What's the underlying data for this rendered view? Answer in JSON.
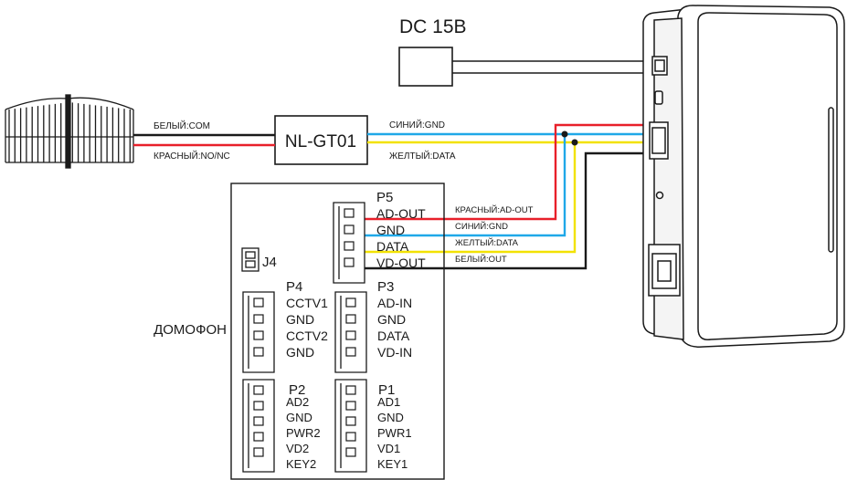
{
  "power": {
    "label": "DC 15В"
  },
  "module": {
    "label": "NL-GT01"
  },
  "intercom_label": "ДОМОФОН",
  "gate_wires": [
    {
      "label": "БЕЛЫЙ:COM",
      "color": "#1a1a1a"
    },
    {
      "label": "КРАСНЫЙ:NO/NC",
      "color": "#e8202a"
    }
  ],
  "module_wires": [
    {
      "label": "СИНИЙ:GND",
      "color": "#1fa8e8"
    },
    {
      "label": "ЖЕЛТЫЙ:DATA",
      "color": "#f2e200"
    }
  ],
  "p5_wires": [
    {
      "label": "КРАСНЫЙ:AD-OUT",
      "color": "#e8202a"
    },
    {
      "label": "СИНИЙ:GND",
      "color": "#1fa8e8"
    },
    {
      "label": "ЖЕЛТЫЙ:DATA",
      "color": "#f2e200"
    },
    {
      "label": "БЕЛЫЙ:OUT",
      "color": "#1a1a1a"
    }
  ],
  "j4": {
    "name": "J4"
  },
  "connectors": [
    {
      "id": "p5",
      "name": "P5",
      "pins": [
        "AD-OUT",
        "GND",
        "DATA",
        "VD-OUT"
      ]
    },
    {
      "id": "p4",
      "name": "P4",
      "pins": [
        "CCTV1",
        "GND",
        "CCTV2",
        "GND"
      ]
    },
    {
      "id": "p3",
      "name": "P3",
      "pins": [
        "AD-IN",
        "GND",
        "DATA",
        "VD-IN"
      ]
    },
    {
      "id": "p2",
      "name": "P2",
      "pins": [
        "AD2",
        "GND",
        "PWR2",
        "VD2",
        "KEY2"
      ]
    },
    {
      "id": "p1",
      "name": "P1",
      "pins": [
        "AD1",
        "GND",
        "PWR1",
        "VD1",
        "KEY1"
      ]
    }
  ]
}
